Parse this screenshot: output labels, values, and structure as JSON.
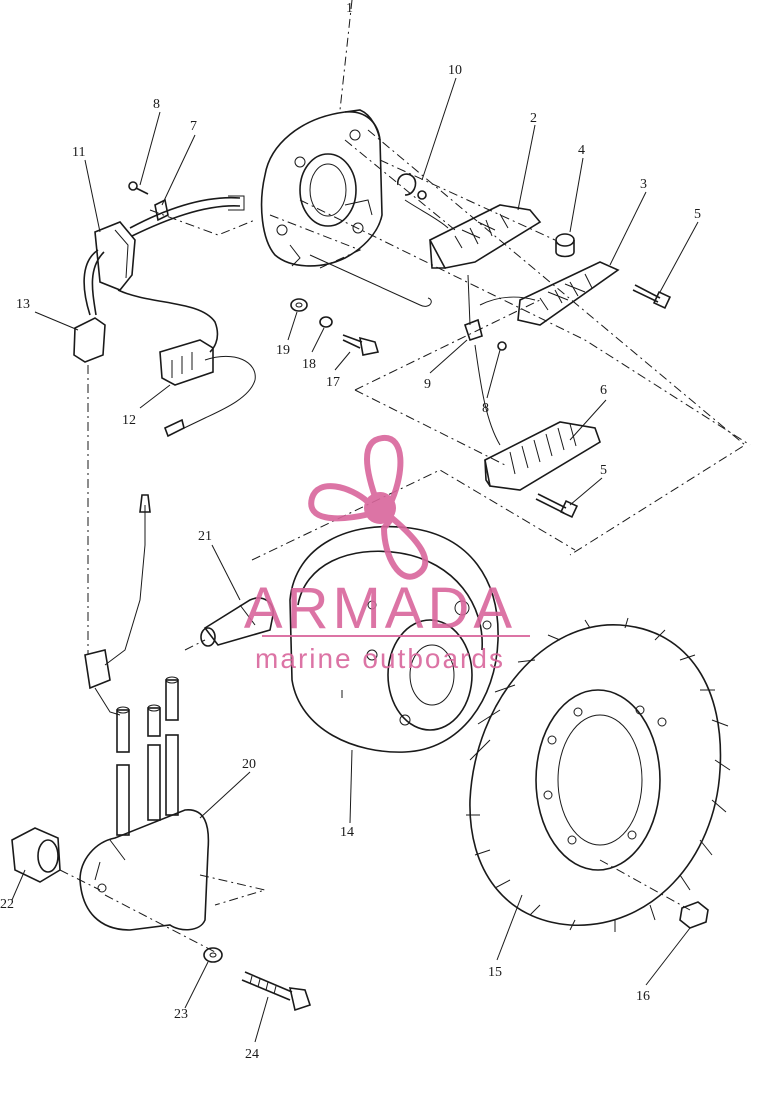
{
  "watermark": {
    "brand": "ARMADA",
    "tagline": "marine outboards",
    "color": "#d9669c"
  },
  "labels": {
    "l1": "1",
    "l2": "2",
    "l3": "3",
    "l4": "4",
    "l5a": "5",
    "l5b": "5",
    "l6": "6",
    "l7": "7",
    "l8a": "8",
    "l8b": "8",
    "l9": "9",
    "l10": "10",
    "l11": "11",
    "l12": "12",
    "l13": "13",
    "l14": "14",
    "l15": "15",
    "l16": "16",
    "l17": "17",
    "l18": "18",
    "l19": "19",
    "l20": "20",
    "l21": "21",
    "l22": "22",
    "l23": "23",
    "l24": "24"
  }
}
